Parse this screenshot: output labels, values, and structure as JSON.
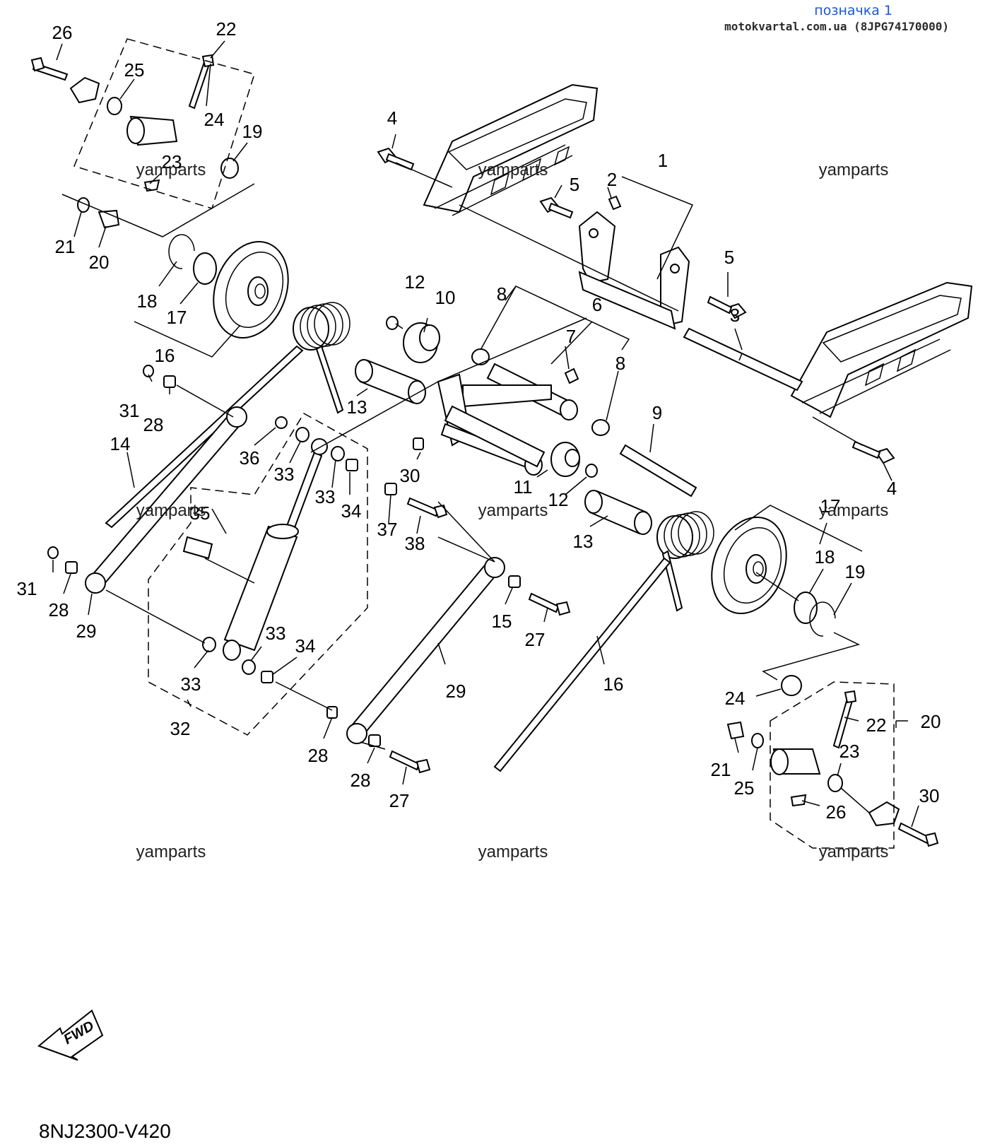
{
  "header": {
    "title": "позначка 1",
    "source": "motokvartal.com.ua (8JPG74170000)"
  },
  "diagram": {
    "code": "8NJ2300-V420",
    "fwd_label": "FWD",
    "watermark": "yamparts",
    "callouts": [
      "26",
      "22",
      "25",
      "24",
      "19",
      "23",
      "21",
      "20",
      "18",
      "17",
      "16",
      "4",
      "5",
      "2",
      "1",
      "5",
      "3",
      "12",
      "10",
      "8",
      "6",
      "7",
      "8",
      "9",
      "31",
      "28",
      "13",
      "14",
      "36",
      "33",
      "30",
      "33",
      "34",
      "37",
      "38",
      "11",
      "12",
      "13",
      "35",
      "31",
      "28",
      "29",
      "33",
      "34",
      "33",
      "32",
      "29",
      "28",
      "27",
      "15",
      "16",
      "17",
      "18",
      "19",
      "24",
      "22",
      "20",
      "21",
      "25",
      "23",
      "26",
      "30",
      "28",
      "27",
      "4"
    ]
  }
}
